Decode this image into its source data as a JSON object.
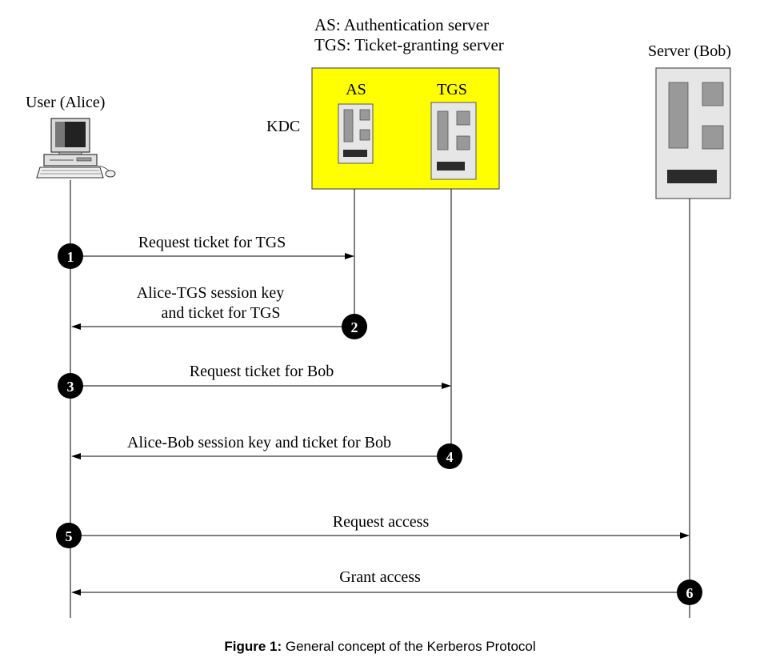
{
  "legend": {
    "as_line": "AS: Authentication server",
    "tgs_line": "TGS: Ticket-granting server"
  },
  "actors": {
    "user": "User (Alice)",
    "server": "Server (Bob)",
    "kdc": "KDC",
    "as": "AS",
    "tgs": "TGS"
  },
  "messages": [
    {
      "step": "1",
      "text": "Request ticket for TGS"
    },
    {
      "step": "2",
      "text_line1": "Alice-TGS session key",
      "text_line2": "and ticket for TGS"
    },
    {
      "step": "3",
      "text": "Request ticket for Bob"
    },
    {
      "step": "4",
      "text": "Alice-Bob session key and ticket for Bob"
    },
    {
      "step": "5",
      "text": "Request access"
    },
    {
      "step": "6",
      "text": "Grant access"
    }
  ],
  "caption": {
    "label": "Figure 1:",
    "text": " General concept of the Kerberos Protocol"
  },
  "colors": {
    "kdc_fill": "#ffff00",
    "server_fill": "#e6e6e6",
    "component_fill": "#999999",
    "slot_fill": "#2b2b2b",
    "step_circle": "#000000"
  }
}
